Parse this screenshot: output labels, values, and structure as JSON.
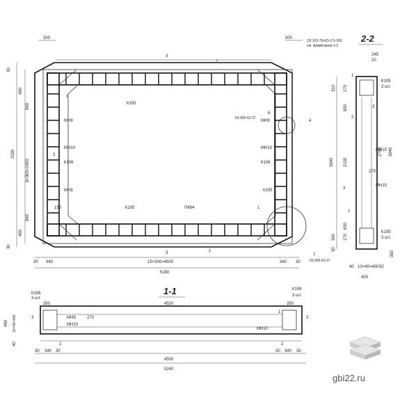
{
  "site": {
    "name": "gbi22.ru"
  },
  "sections": {
    "section_2": "2-2",
    "section_1": "1-1"
  },
  "plan": {
    "dims_top": [
      "300",
      "300"
    ],
    "mark_top": "3",
    "mark_2": "2",
    "note_top_right": "С8 103-78-КО-3 5-160",
    "note_top_right_2": "см. примечание п.3",
    "dims_left": [
      "490",
      "940",
      "8×300=2400",
      "940",
      "490",
      "3330",
      "30",
      "30"
    ],
    "rebar_labels": [
      "К105",
      "К105",
      "К105",
      "К106",
      "К106",
      "МН9",
      "МН9",
      "МН9",
      "МН10",
      "МН10",
      "ПК64"
    ],
    "mark_1": "1",
    "mark_3": "3",
    "mark_4": "4",
    "node_6": "6",
    "node_ref_6": "03.005-63 37",
    "node_7": "7",
    "node_ref_7": "03.005-63 37",
    "dim_190": "190",
    "dims_bottom": [
      "30",
      "340",
      "15×300=4500",
      "340",
      "30"
    ],
    "dim_overall": "5180",
    "mark_1_cut": "1"
  },
  "section22": {
    "dims_top": [
      "245",
      "20"
    ],
    "dims_left": [
      "310",
      "170",
      "650",
      "2100",
      "3940",
      "650",
      "170",
      "340",
      "30"
    ],
    "dims_right": [
      "3940",
      "2700",
      "270"
    ],
    "labels": [
      "К105",
      "3 шт.",
      "К105",
      "3 шт.",
      "МН10",
      "МН10"
    ],
    "marks": [
      "1",
      "3",
      "3",
      "1",
      "2"
    ],
    "dims_bottom": [
      "40",
      "10×40=400",
      "50",
      "400"
    ],
    "dim_350": "350"
  },
  "section11": {
    "labels_left": [
      "К106",
      "3 шт.",
      "МН9",
      "МН10"
    ],
    "labels_right": [
      "К106",
      "3 шт.",
      "МН10"
    ],
    "dims_top": [
      "350",
      "4520",
      "350"
    ],
    "marks": [
      "3",
      "2",
      "1",
      "2",
      "3"
    ],
    "dims_left": [
      "480",
      "10×40=400",
      "40"
    ],
    "dim_270": "270",
    "dims_bottom_left": [
      "30",
      "340",
      "30"
    ],
    "dim_4500": "4500",
    "dims_bottom_right": [
      "30",
      "340",
      "30"
    ],
    "dim_5240": "5240"
  }
}
